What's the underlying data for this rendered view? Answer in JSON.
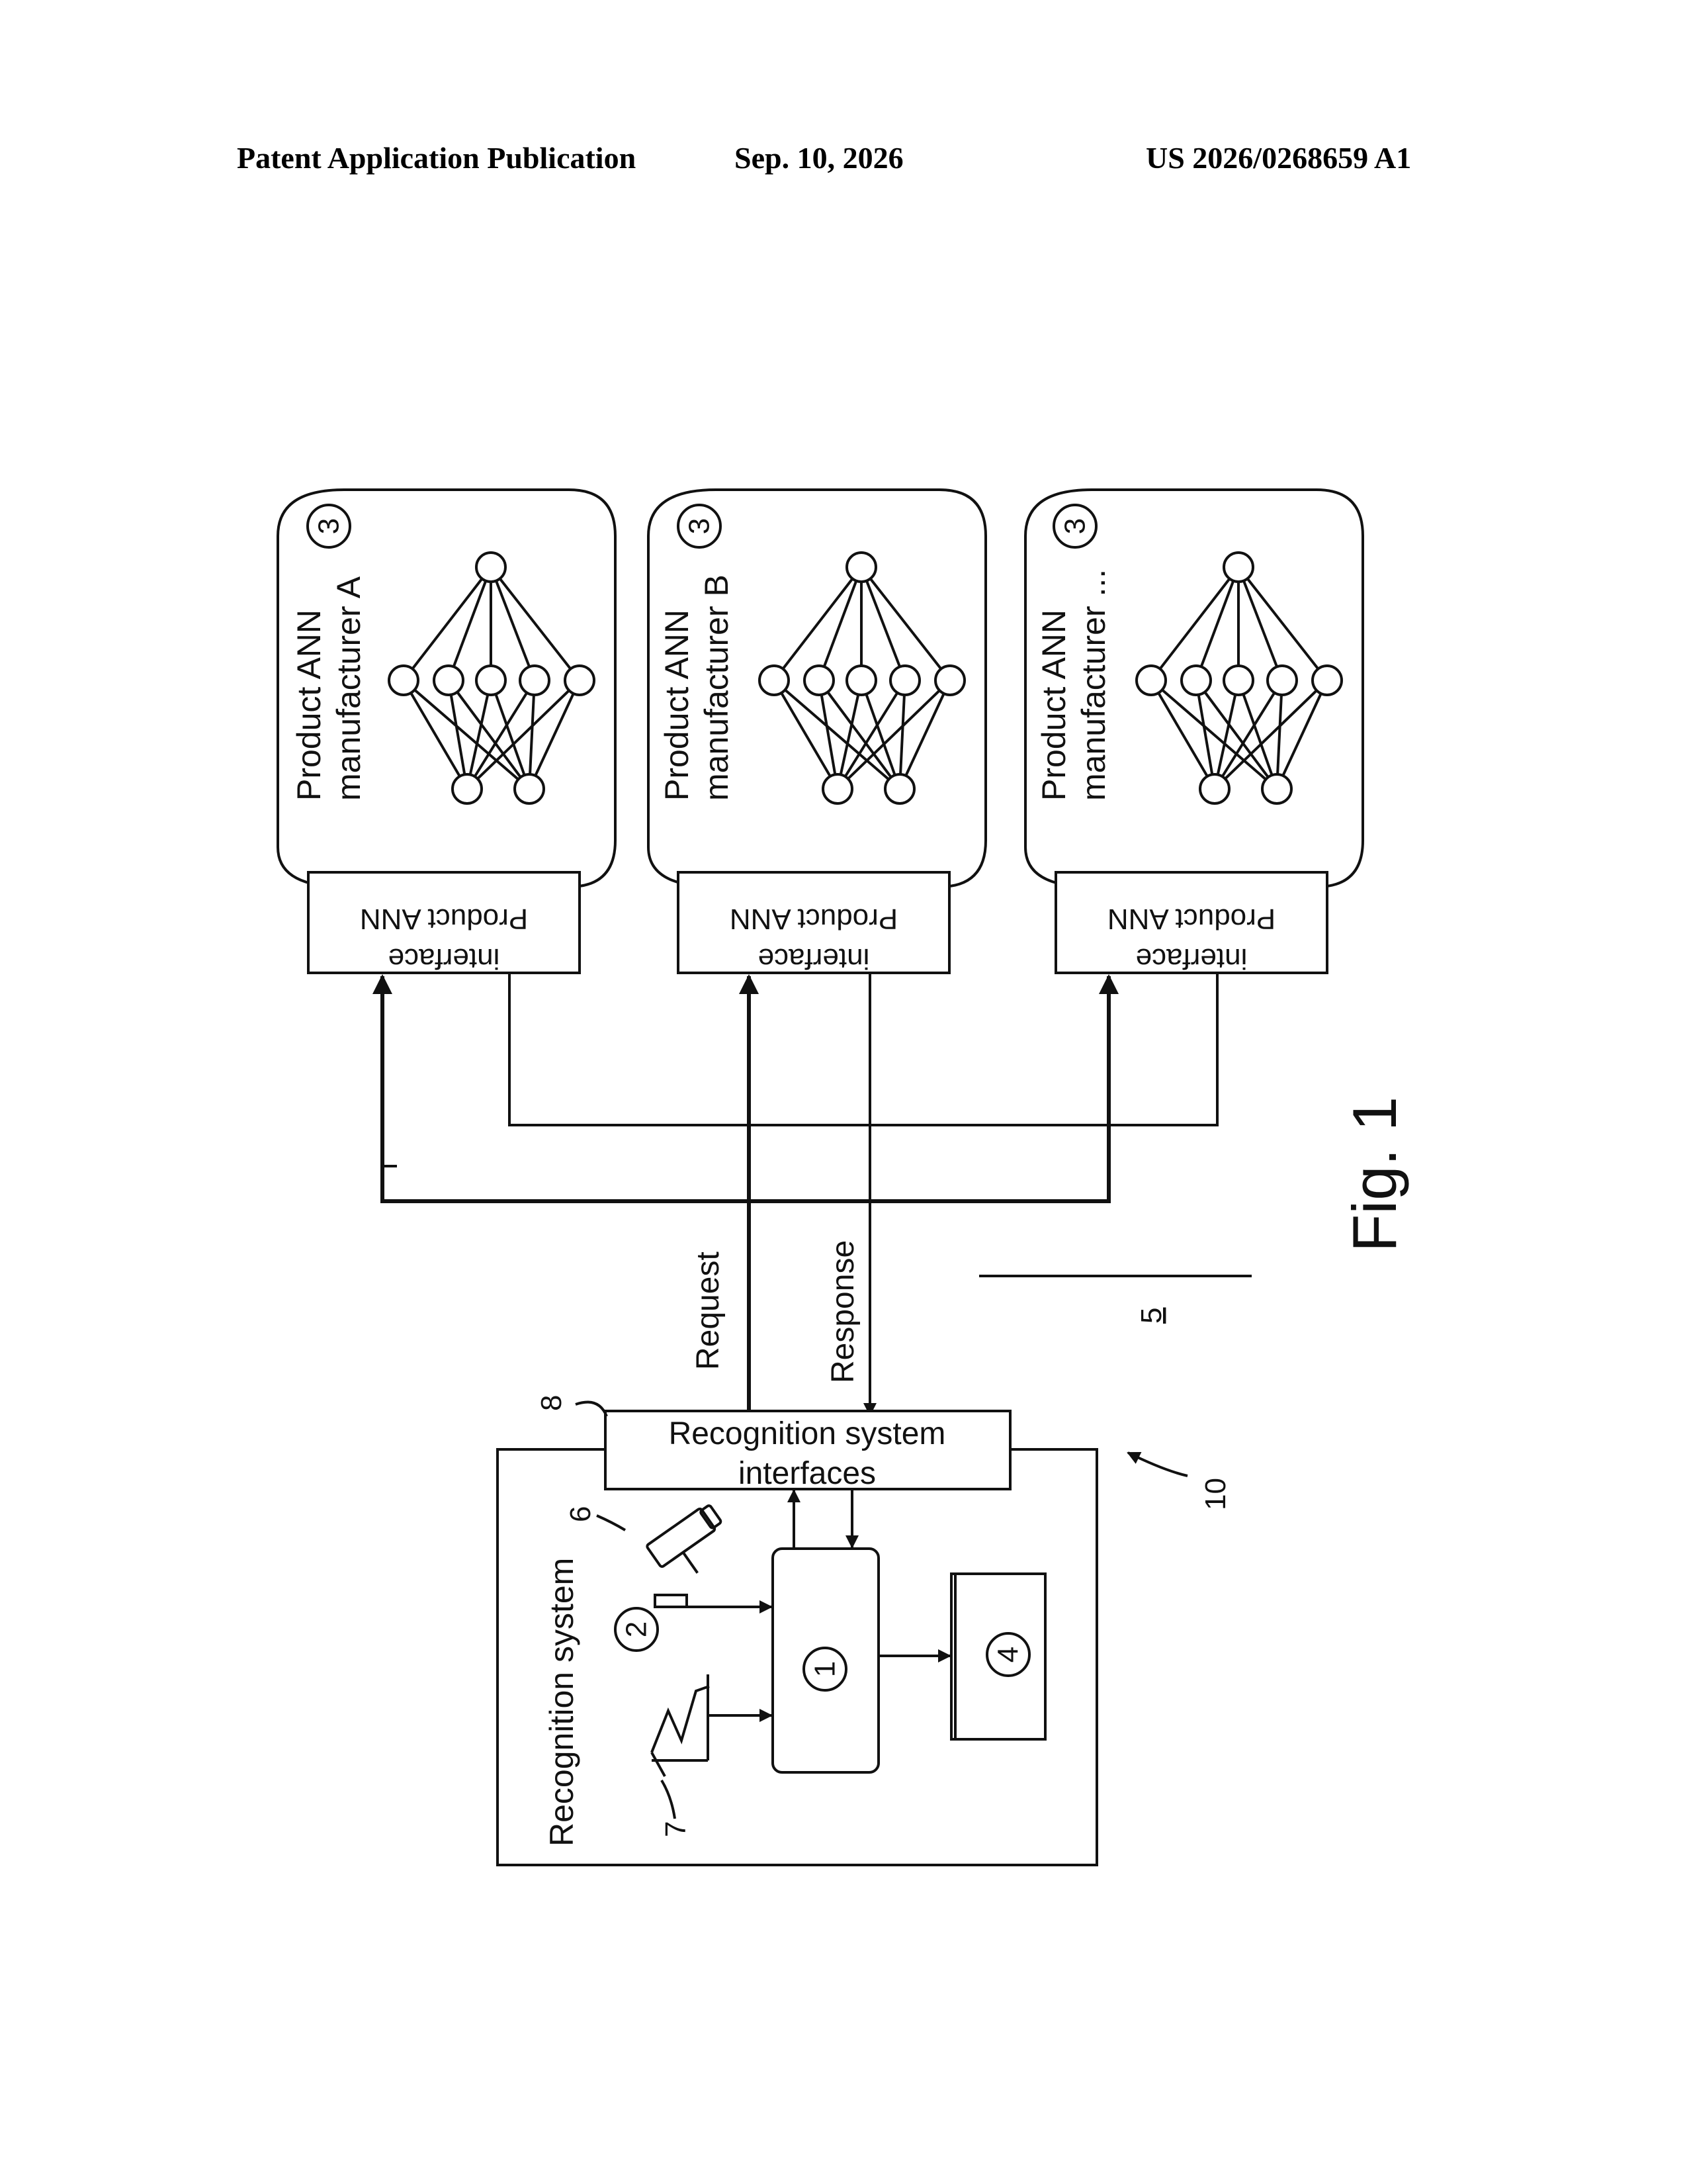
{
  "header": {
    "left": "Patent Application Publication",
    "center": "Sep. 10, 2026",
    "right": "US 2026/0268659 A1"
  },
  "figure": {
    "caption": "Fig. 1",
    "modules": [
      {
        "title_line1": "Product ANN",
        "title_line2": "manufacturer A",
        "ref": "3",
        "interface_line1": "Product ANN",
        "interface_line2": "interface"
      },
      {
        "title_line1": "Product ANN",
        "title_line2": "manufacturer B",
        "ref": "3",
        "interface_line1": "Product ANN",
        "interface_line2": "interface"
      },
      {
        "title_line1": "Product ANN",
        "title_line2": "manufacturer ...",
        "ref": "3",
        "interface_line1": "Product ANN",
        "interface_line2": "interface"
      }
    ],
    "request_label": "Request",
    "response_label": "Response",
    "network_ref": "5",
    "recognition_system": {
      "title": "Recognition system",
      "ref": "10",
      "interfaces_line1": "Recognition system",
      "interfaces_line2": "interfaces",
      "interfaces_ref": "8",
      "processor_ref": "1",
      "sensor_ref": "2",
      "camera_ref": "6",
      "signal_ref": "7",
      "storage_ref": "4"
    }
  }
}
